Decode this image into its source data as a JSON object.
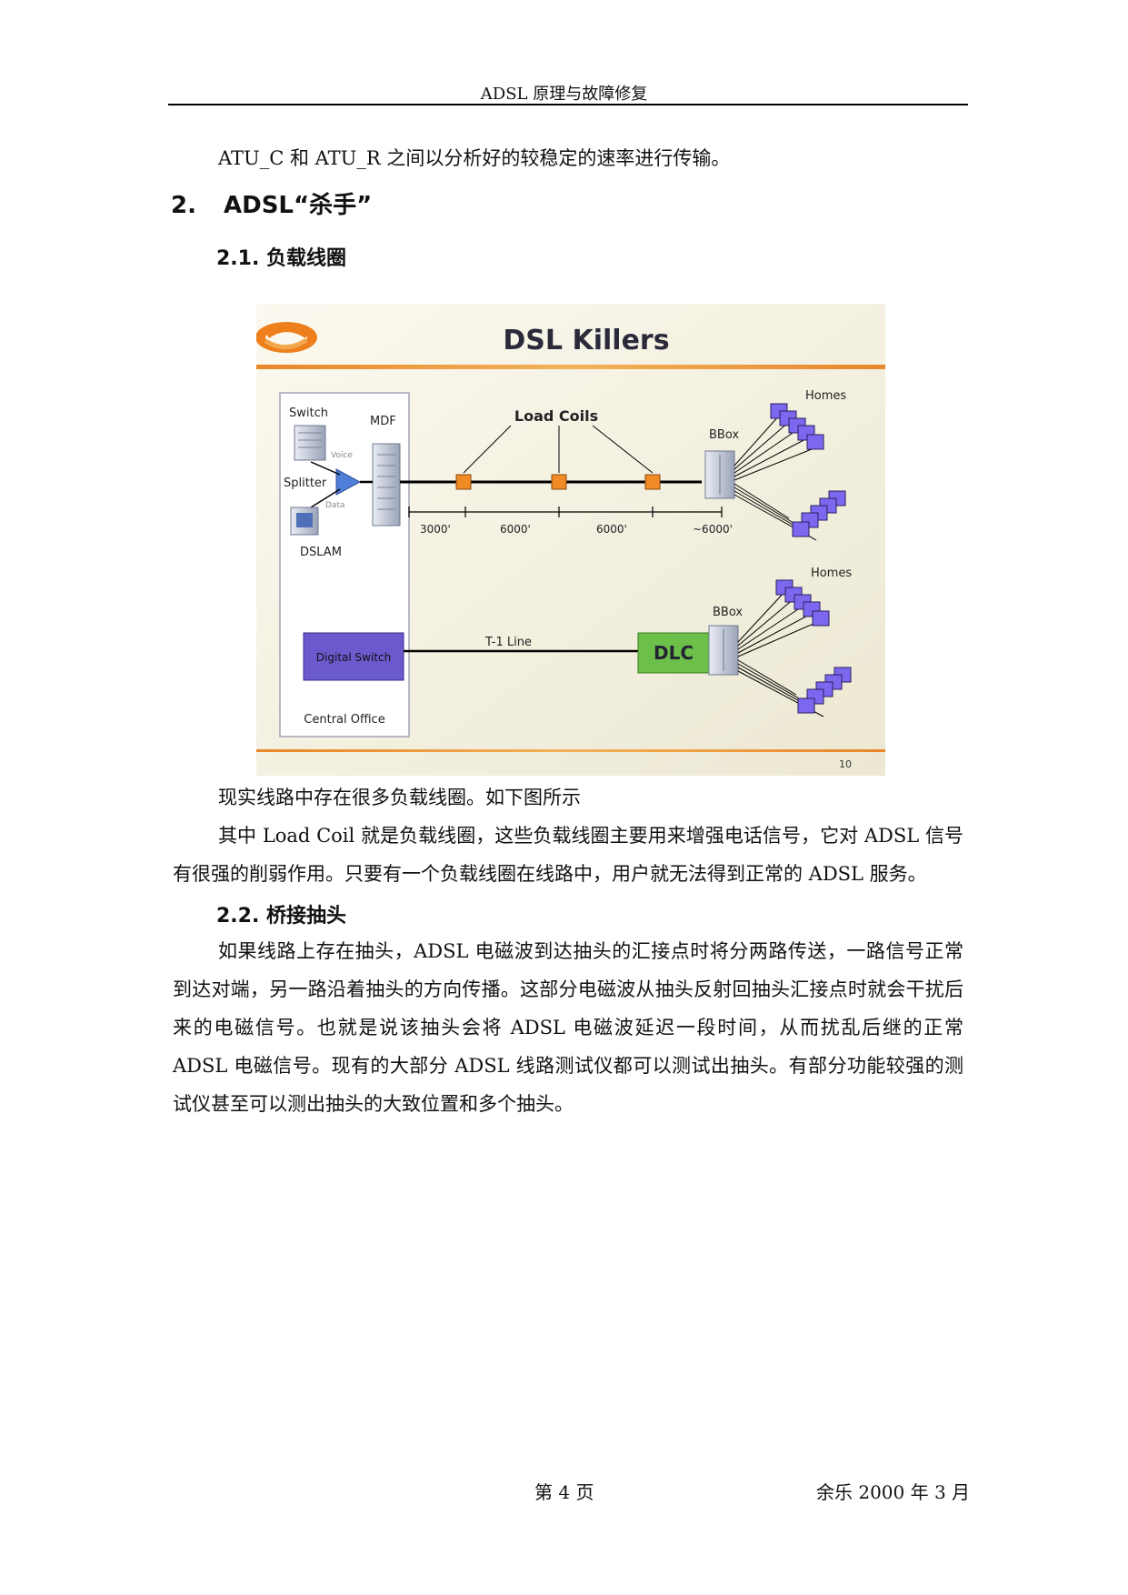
{
  "header": {
    "title": "ADSL 原理与故障修复"
  },
  "body": {
    "intro_line": "ATU_C 和 ATU_R 之间以分析好的较稳定的速率进行传输。",
    "section2": {
      "number": "2.",
      "title": "ADSL“杀手”"
    },
    "section2_1": {
      "title": "2.1. 负载线圈"
    },
    "caption": "现实线路中存在很多负载线圈。如下图所示",
    "para_load_coil": "其中 Load Coil 就是负载线圈，这些负载线圈主要用来增强电话信号，它对 ADSL 信号有很强的削弱作用。只要有一个负载线圈在线路中，用户就无法得到正常的 ADSL 服务。",
    "section2_2": {
      "title": "2.2. 桥接抽头"
    },
    "para_bridge_tap": "如果线路上存在抽头，ADSL 电磁波到达抽头的汇接点时将分两路传送，一路信号正常到达对端，另一路沿着抽头的方向传播。这部分电磁波从抽头反射回抽头汇接点时就会干扰后来的电磁信号。也就是说该抽头会将 ADSL 电磁波延迟一段时间，从而扰乱后继的正常 ADSL 电磁信号。现有的大部分 ADSL 线路测试仪都可以测试出抽头。有部分功能较强的测试仪甚至可以测出抽头的大致位置和多个抽头。"
  },
  "figure": {
    "title": "DSL Killers",
    "switch": "Switch",
    "mdf": "MDF",
    "voice": "Voice",
    "splitter": "Splitter",
    "data": "Data",
    "dslam": "DSLAM",
    "load_coils": "Load Coils",
    "bbox_top": "BBox",
    "homes_top": "Homes",
    "dist1": "3000'",
    "dist2": "6000'",
    "dist3": "6000'",
    "dist4": "~6000'",
    "homes_bottom": "Homes",
    "bbox_bottom": "BBox",
    "t1_line": "T-1 Line",
    "digital_switch": "Digital Switch",
    "dlc": "DLC",
    "central_office": "Central Office",
    "slide_number": "10",
    "colors": {
      "accent_orange": "#e8862a",
      "dlc_green": "#6cc04a",
      "digital_switch_purple": "#6a5acd",
      "home_purple": "#7b68ee"
    }
  },
  "footer": {
    "page": "第 4 页",
    "author_date": "余乐 2000 年 3 月"
  }
}
